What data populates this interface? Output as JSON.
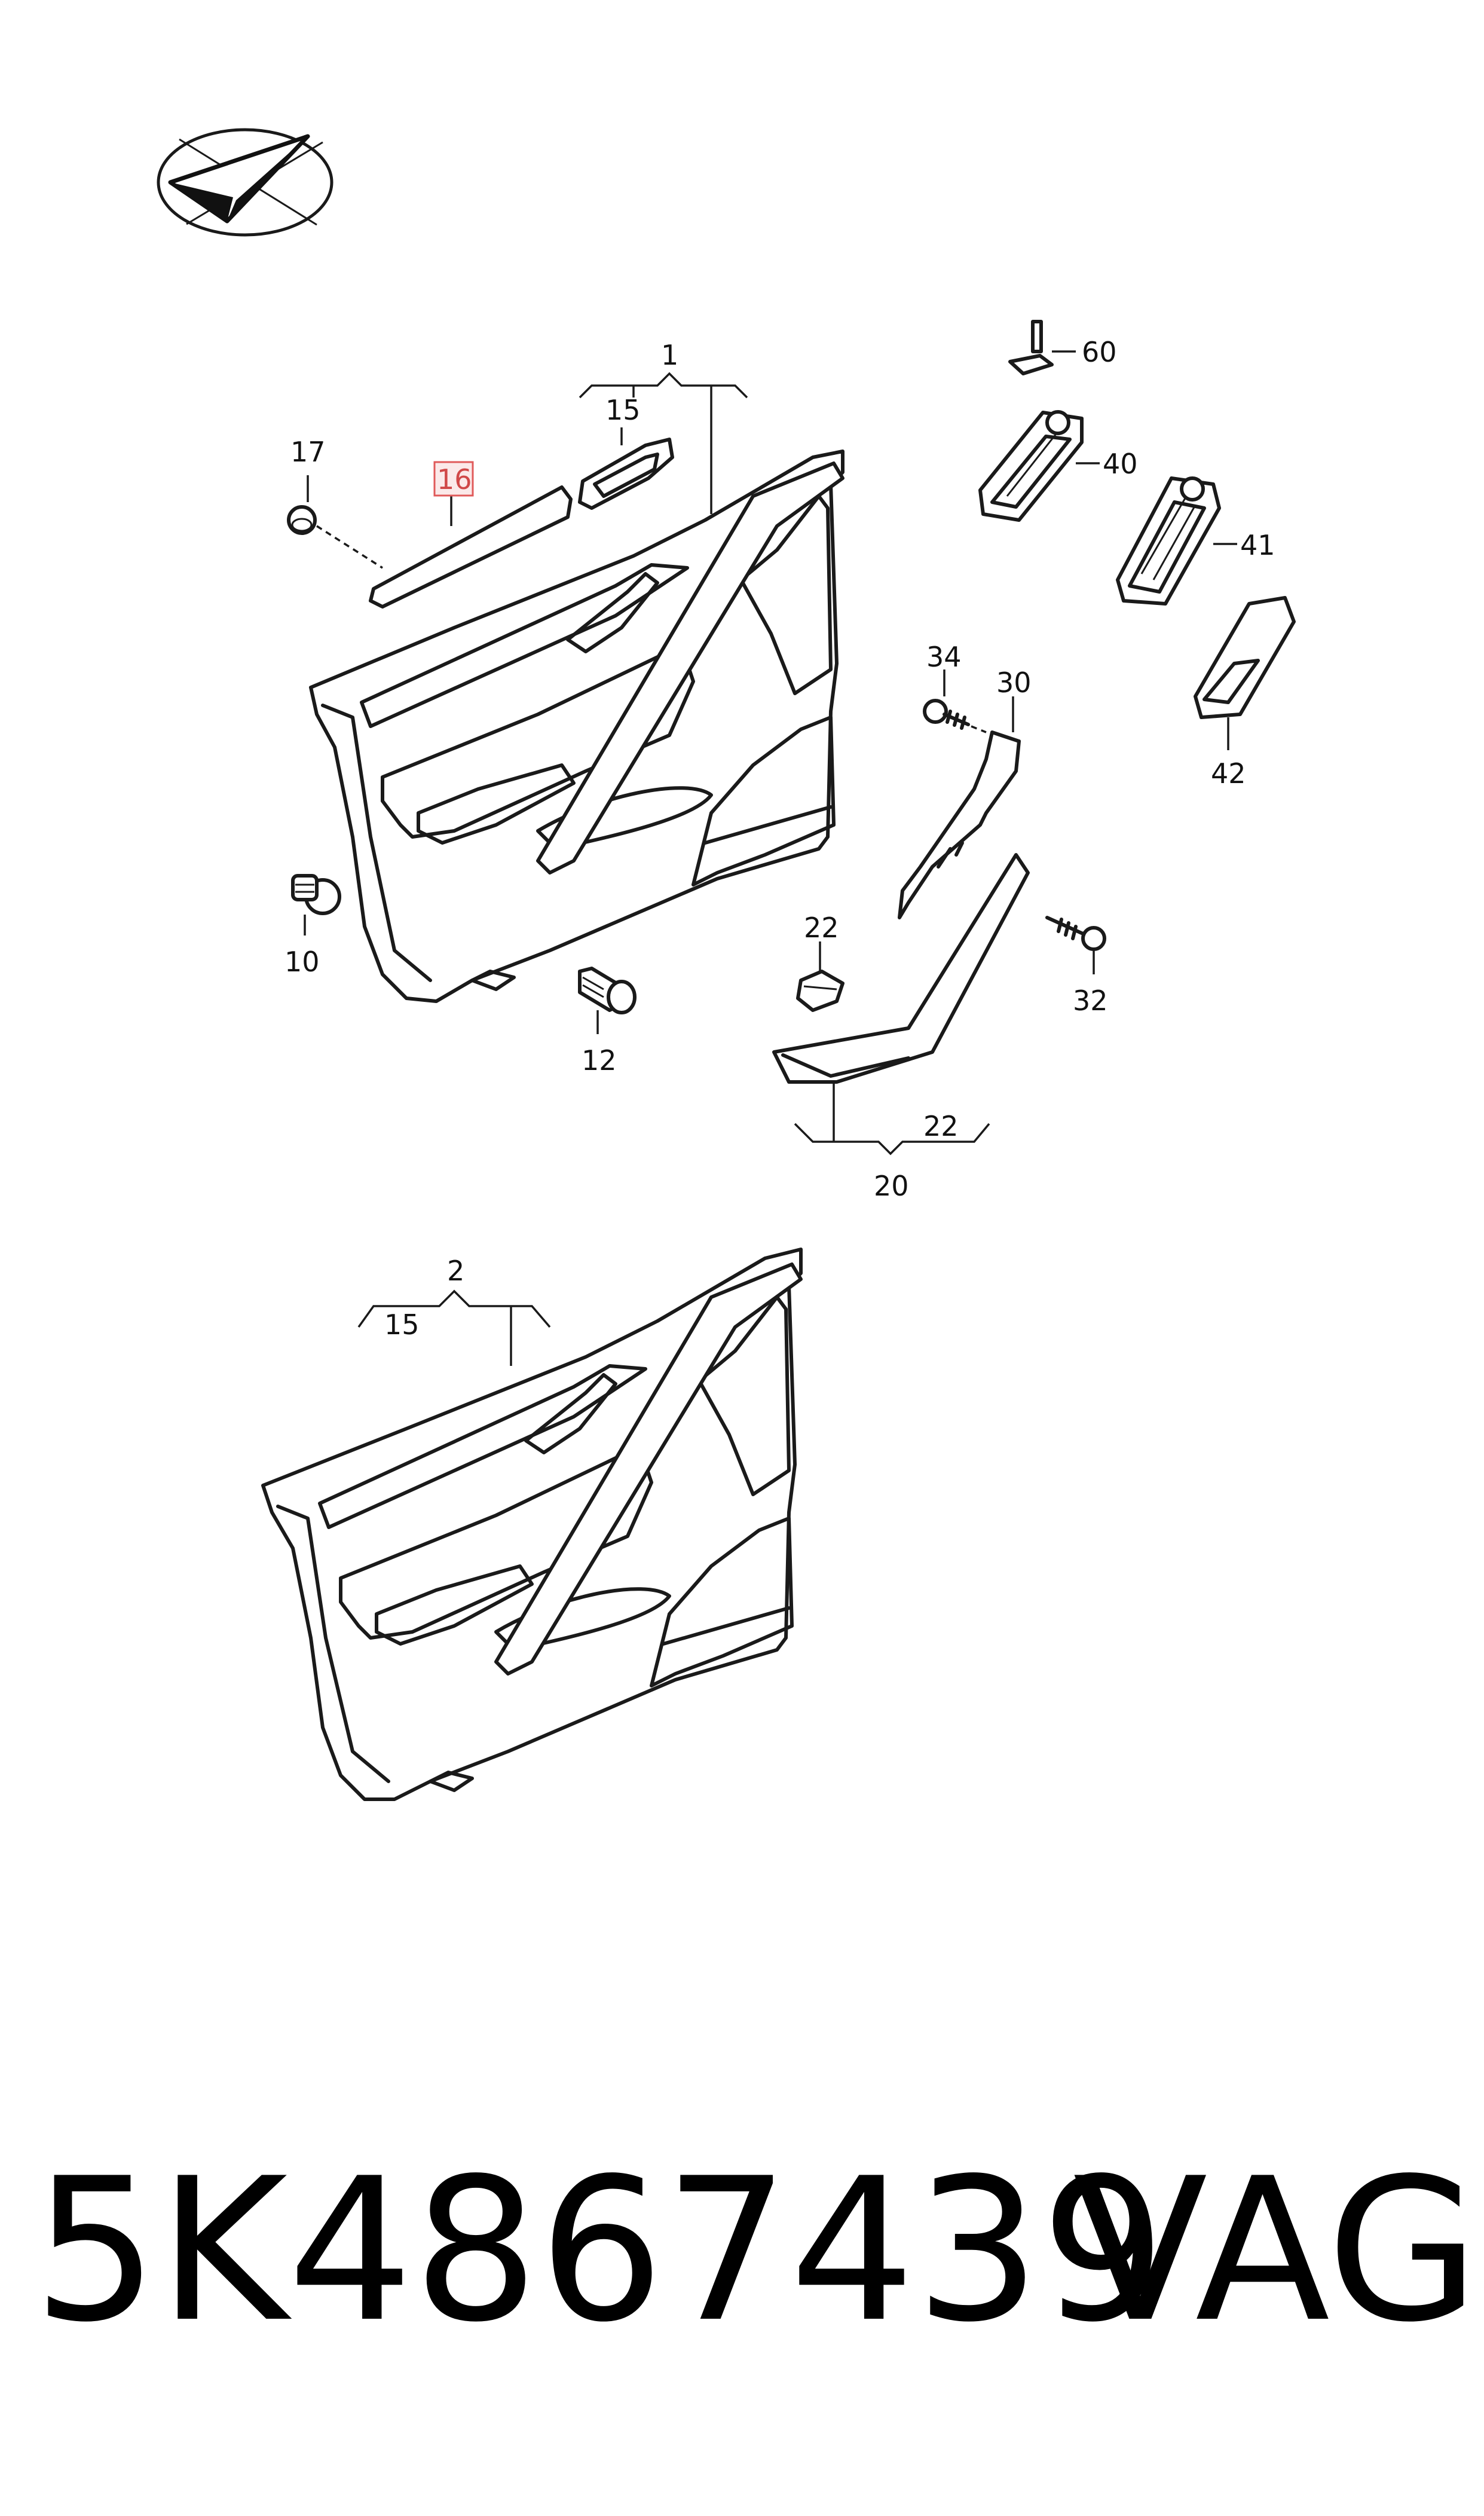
{
  "diagram": {
    "callouts": {
      "c1": "1",
      "c2": "2",
      "c10": "10",
      "c12": "12",
      "c15_top": "15",
      "c15_bottom": "15",
      "c16": "16",
      "c17": "17",
      "c20": "20",
      "c22_clip": "22",
      "c22_bracket": "22",
      "c30": "30",
      "c32": "32",
      "c34": "34",
      "c40": "40",
      "c41": "41",
      "c42": "42",
      "c60": "60"
    },
    "highlight_color": "#e05a5a",
    "logo_icon": "paper-plane-logo-icon"
  },
  "footer": {
    "part_number": "5K4867439",
    "brand": "VAG"
  }
}
